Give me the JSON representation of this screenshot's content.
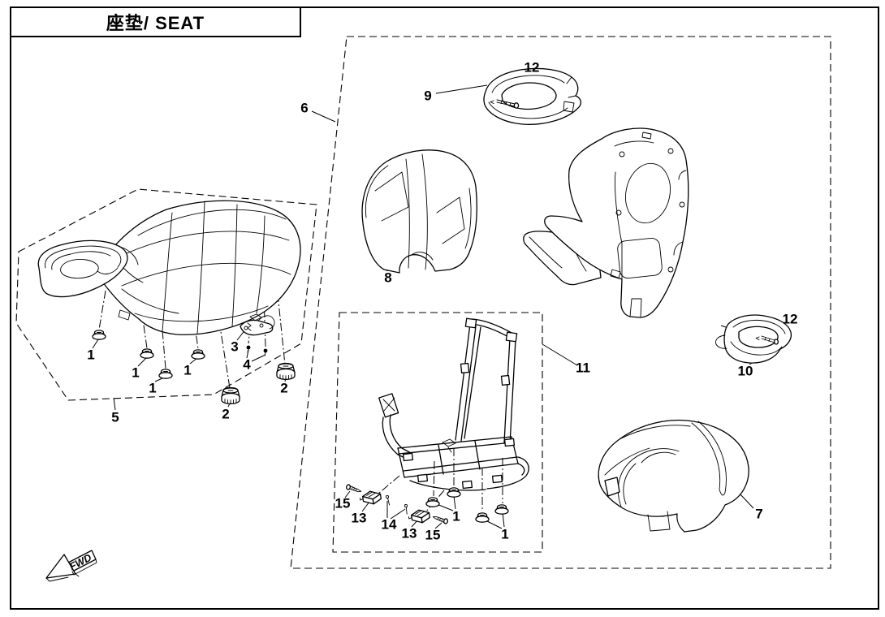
{
  "title": {
    "text": "座垫/ SEAT"
  },
  "fwd_label": "FWD",
  "callouts": {
    "n1": "1",
    "n2": "2",
    "n3": "3",
    "n4": "4",
    "n5": "5",
    "n6": "6",
    "n7": "7",
    "n8": "8",
    "n9": "9",
    "n10": "10",
    "n11": "11",
    "n12": "12",
    "n13": "13",
    "n14": "14",
    "n15": "15"
  },
  "colors": {
    "line": "#000000",
    "background": "#ffffff"
  }
}
